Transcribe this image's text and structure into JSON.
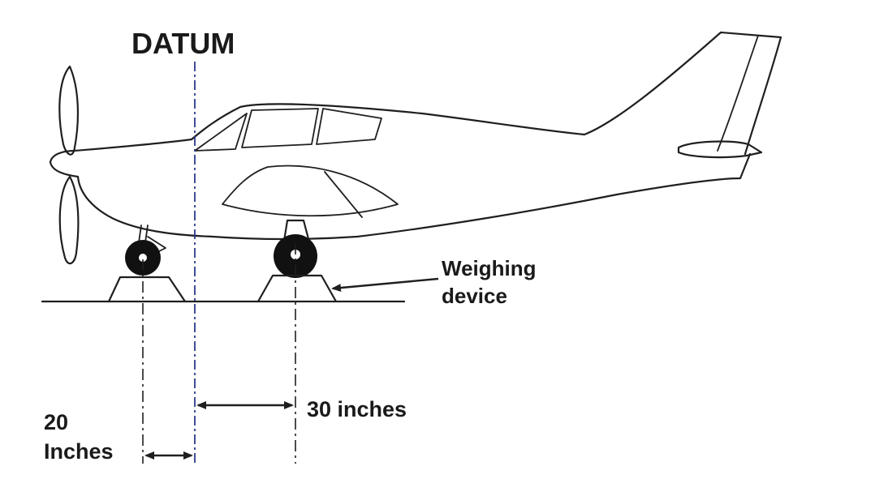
{
  "labels": {
    "datum": "DATUM",
    "weighing_device_line1": "Weighing",
    "weighing_device_line2": "device",
    "dim_30": "30 inches",
    "dim_20_line1": "20",
    "dim_20_line2": "Inches"
  },
  "colors": {
    "datum_line": "#2b3a8c",
    "ink": "#1f1f1f"
  }
}
